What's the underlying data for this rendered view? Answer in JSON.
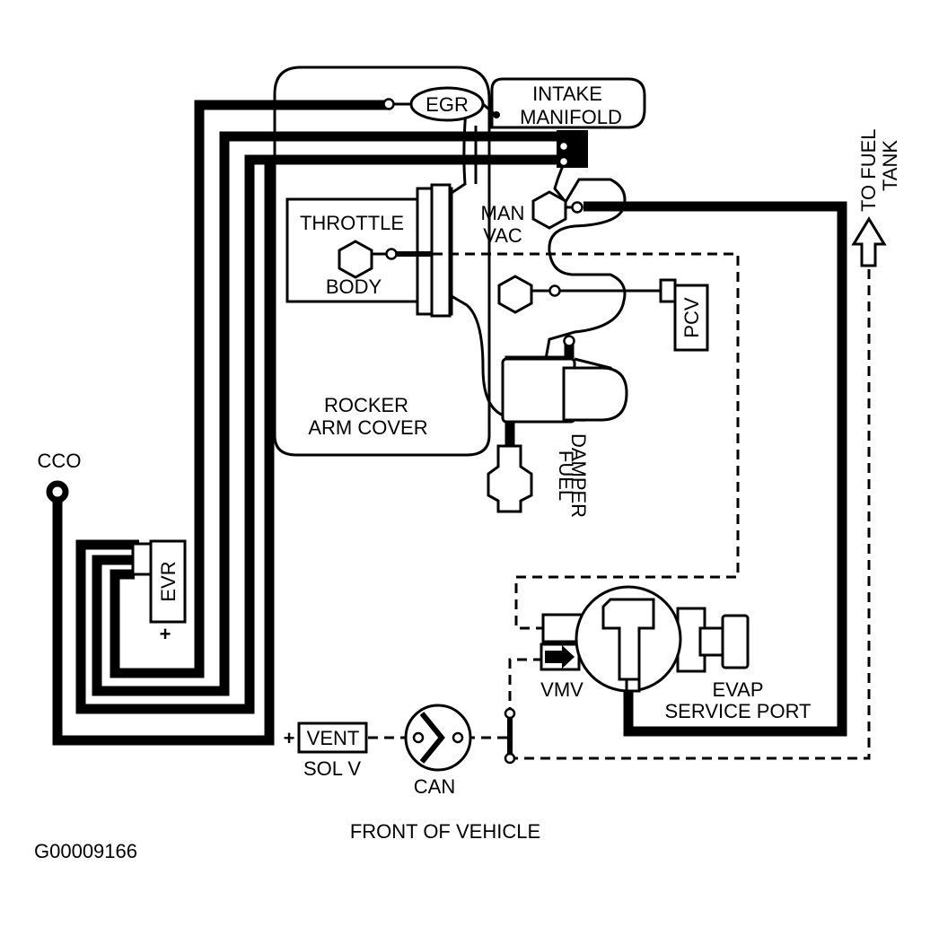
{
  "labels": {
    "egr": "EGR",
    "intake_1": "INTAKE",
    "intake_2": "MANIFOLD",
    "throttle_1": "THROTTLE",
    "throttle_2": "BODY",
    "man_vac_1": "MAN",
    "man_vac_2": "VAC",
    "to_fuel_1": "TO FUEL",
    "to_fuel_2": "TANK",
    "pcv": "PCV",
    "rocker_1": "ROCKER",
    "rocker_2": "ARM COVER",
    "fuel_damper_1": "FUEL",
    "fuel_damper_2": "DAMPER",
    "cco": "CCO",
    "evr": "EVR",
    "evr_plus": "+",
    "vmv": "VMV",
    "evap_1": "EVAP",
    "evap_2": "SERVICE PORT",
    "vent_plus": "+",
    "vent": "VENT",
    "sol_v": "SOL V",
    "can": "CAN",
    "front": "FRONT OF VEHICLE",
    "figure_id": "G00009166"
  }
}
